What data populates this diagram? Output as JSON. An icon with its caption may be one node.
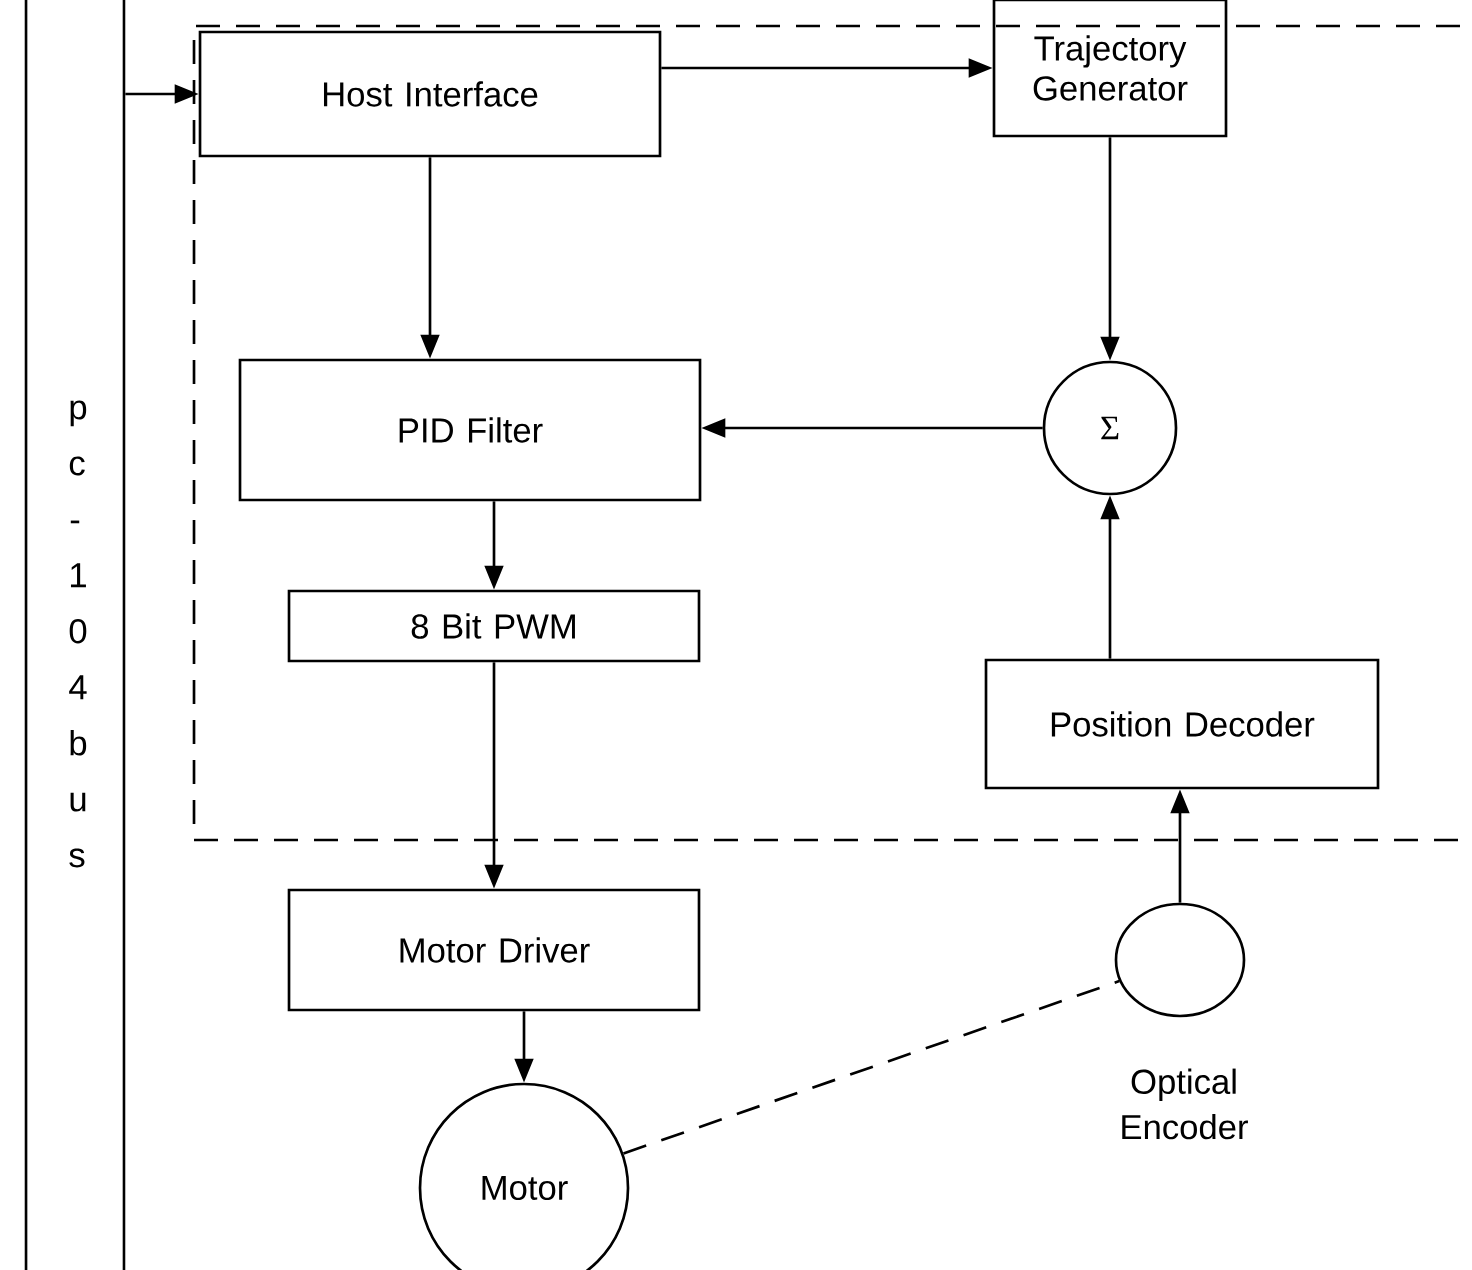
{
  "diagram": {
    "nodes": [
      {
        "text": [
          "pc-104 bus"
        ]
      },
      {
        "text": [],
        "shape": "box"
      },
      {
        "text": [
          "Host Interface"
        ],
        "in": 1
      },
      {
        "text": [
          "Trajectory Generator"
        ],
        "in": 1
      },
      {
        "text": [
          "PID Filter"
        ],
        "in": 1
      },
      {
        "text": [
          "Σ"
        ],
        "in": 1
      },
      {
        "text": [
          "8 Bit PWM"
        ],
        "in": 1
      },
      {
        "text": [
          "Position Decoder"
        ],
        "in": 1
      },
      {
        "text": [
          "Motor Driver"
        ]
      },
      {
        "text": [
          "Motor"
        ]
      },
      {
        "text": [],
        "shape": "circle",
        "beside": [
          "Optical Encoder"
        ]
      }
    ],
    "edges": [
      {
        "from": 0,
        "to": 2,
        "arrow": "to"
      },
      {
        "from": 2,
        "to": 3,
        "arrow": "to"
      },
      {
        "from": 2,
        "to": 4,
        "arrow": "to"
      },
      {
        "from": 3,
        "to": 5,
        "arrow": "to"
      },
      {
        "from": 5,
        "to": 4,
        "arrow": "to"
      },
      {
        "from": 4,
        "to": 6,
        "arrow": "to"
      },
      {
        "from": 6,
        "to": 8,
        "arrow": "to"
      },
      {
        "from": 7,
        "to": 5,
        "arrow": "to"
      },
      {
        "from": 10,
        "to": 7,
        "arrow": "to"
      },
      {
        "from": 8,
        "to": 9,
        "arrow": "to"
      },
      {
        "from": 9,
        "to": 10,
        "arrow": "none",
        "style": "dashed"
      }
    ]
  }
}
